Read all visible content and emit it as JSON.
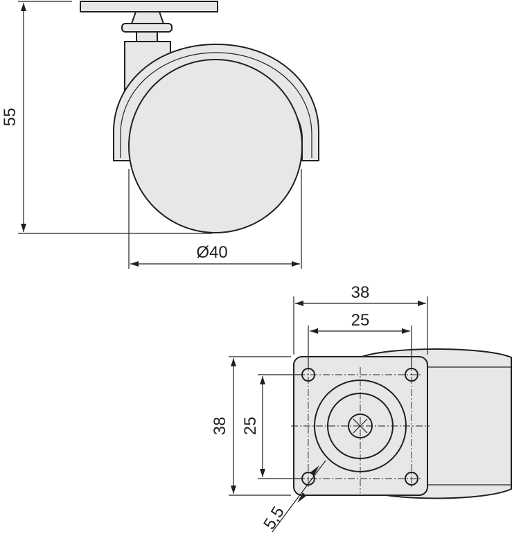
{
  "dimensions": {
    "height": "55",
    "wheel_diameter": "Ø40",
    "plate_width": "38",
    "hole_spacing_horizontal": "25",
    "plate_height": "38",
    "hole_spacing_vertical": "25",
    "hole_diameter": "5,5"
  },
  "colors": {
    "part_fill": "#e6e7e8",
    "line": "#231f20"
  }
}
